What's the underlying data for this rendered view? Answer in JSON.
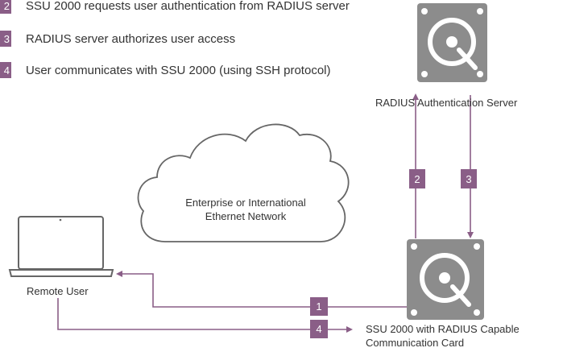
{
  "legend": [
    {
      "num": "2",
      "text": "SSU 2000 requests user authentication from RADIUS server"
    },
    {
      "num": "3",
      "text": "RADIUS server authorizes user access"
    },
    {
      "num": "4",
      "text": "User communicates with SSU 2000 (using SSH protocol)"
    }
  ],
  "labels": {
    "radius_server": "RADIUS Authentication Server",
    "cloud_line1": "Enterprise or International",
    "cloud_line2": "Ethernet Network",
    "remote_user": "Remote User",
    "ssu_line1": "SSU 2000 with RADIUS Capable",
    "ssu_line2": "Communication Card"
  },
  "steps": {
    "s1": "1",
    "s2": "2",
    "s3": "3",
    "s4": "4"
  },
  "colors": {
    "accent": "#8a5e87",
    "device_gray": "#8c8c8c",
    "line_gray": "#666666"
  },
  "icons": {
    "radius_server": "hard-disk-icon",
    "ssu": "hard-disk-icon",
    "remote_user": "laptop-icon",
    "network": "cloud-icon"
  }
}
